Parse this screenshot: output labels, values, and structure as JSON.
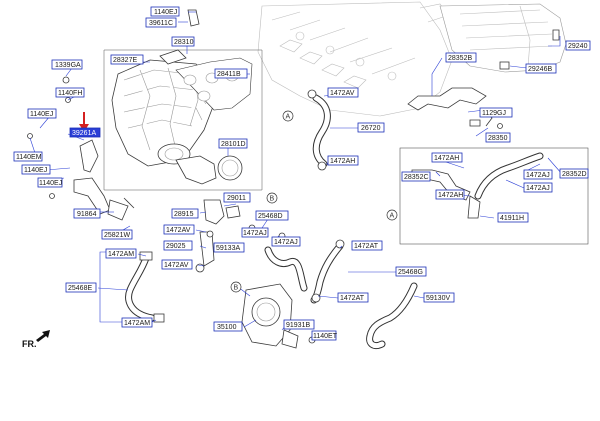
{
  "labels": {
    "l1140ej_top": "1140EJ",
    "l39611c": "39611C",
    "l28310": "28310",
    "l29240": "29240",
    "l29246b": "29246B",
    "l1339ga": "1339GA",
    "l28327e": "28327E",
    "l28411b": "28411B",
    "l28352b": "28352B",
    "l1140fh": "1140FH",
    "l1472av_a": "1472AV",
    "l1129gj": "1129GJ",
    "l1140ej_l": "1140EJ",
    "l39200a": "39261A",
    "l28350": "28350",
    "l26720": "26720",
    "l1140em": "1140EM",
    "l1140ej_l2": "1140EJ",
    "l28101d": "28101D",
    "l1472ah_a": "1472AH",
    "l1472ah_b": "1472AH",
    "l28352c": "28352C",
    "l28352d": "28352D",
    "l1472aj_a": "1472AJ",
    "l1140ej_l3": "1140EJ",
    "l1472aj_b": "1472AJ",
    "l1472ah_c": "1472AH",
    "l29011": "29011",
    "l91864": "91864",
    "l28915": "28915",
    "l25468d": "25468D",
    "l41911h": "41911H",
    "l1472av_b": "1472AV",
    "l1472aj_c": "1472AJ",
    "l25821w": "25821W",
    "l29025": "29025",
    "l59133a": "59133A",
    "l1472am_a": "1472AM",
    "l1472at_a": "1472AT",
    "l1472av_c": "1472AV",
    "l25468g": "25468G",
    "l25468e": "25468E",
    "l59130v": "59130V",
    "l1472at_b": "1472AT",
    "l1472am_b": "1472AM",
    "l35100": "35100",
    "l91931b": "91931B",
    "l1140et": "1140ET"
  },
  "callouts": {
    "a": "A",
    "b": "B"
  },
  "direction": {
    "label": "FR."
  },
  "colors": {
    "label_box": "#1b2fb8",
    "highlight": "#2b3fd6",
    "arrow": "#d42020"
  }
}
